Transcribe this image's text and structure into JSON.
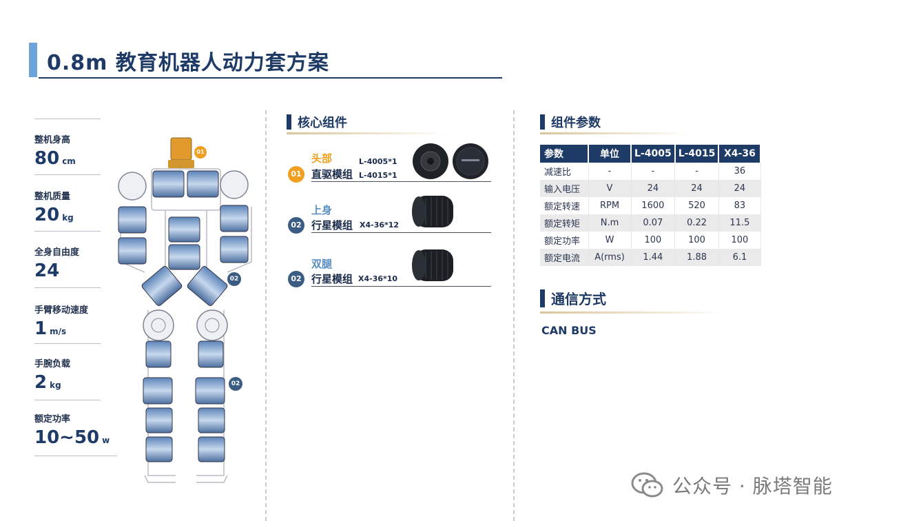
{
  "title": "0.8m  教育机器人动力套方案",
  "specs": [
    {
      "label": "整机身高",
      "value": "80",
      "unit": "cm"
    },
    {
      "label": "整机质量",
      "value": "20",
      "unit": "kg"
    },
    {
      "label": "全身自由度",
      "value": "24",
      "unit": ""
    },
    {
      "label": "手臂移动速度",
      "value": "1",
      "unit": "m/s"
    },
    {
      "label": "手腕负载",
      "value": "2",
      "unit": "kg"
    },
    {
      "label": "额定功率",
      "value": "10~50",
      "unit": "w"
    }
  ],
  "robot_badges": [
    "01",
    "02",
    "02"
  ],
  "core": {
    "title": "核心组件",
    "items": [
      {
        "num": "01",
        "category": "头部",
        "name": "直驱模组",
        "models": [
          "L-4005*1",
          "L-4015*1"
        ],
        "color": "#f0a020"
      },
      {
        "num": "02",
        "category": "上身",
        "name": "行星模组",
        "models": [
          "X4-36*12"
        ],
        "color": "#3b5d83"
      },
      {
        "num": "02",
        "category": "双腿",
        "name": "行星模组",
        "models": [
          "X4-36*10"
        ],
        "color": "#3b5d83"
      }
    ]
  },
  "params": {
    "title": "组件参数",
    "headers": [
      "参数",
      "单位",
      "L-4005",
      "L-4015",
      "X4-36"
    ],
    "rows": [
      [
        "减速比",
        "-",
        "-",
        "-",
        "36"
      ],
      [
        "输入电压",
        "V",
        "24",
        "24",
        "24"
      ],
      [
        "额定转速",
        "RPM",
        "1600",
        "520",
        "83"
      ],
      [
        "额定转矩",
        "N.m",
        "0.07",
        "0.22",
        "11.5"
      ],
      [
        "额定功率",
        "W",
        "100",
        "100",
        "100"
      ],
      [
        "额定电流",
        "A(rms)",
        "1.44",
        "1.88",
        "6.1"
      ]
    ]
  },
  "comm": {
    "title": "通信方式",
    "value": "CAN BUS"
  },
  "watermark": {
    "text": "公众号 · 脉塔智能",
    "icon": "wechat-icon"
  },
  "colors": {
    "navy": "#1e3a66",
    "accent_blue": "#6fa3d8",
    "orange": "#f0a020",
    "badge_blue": "#3b5d83"
  }
}
